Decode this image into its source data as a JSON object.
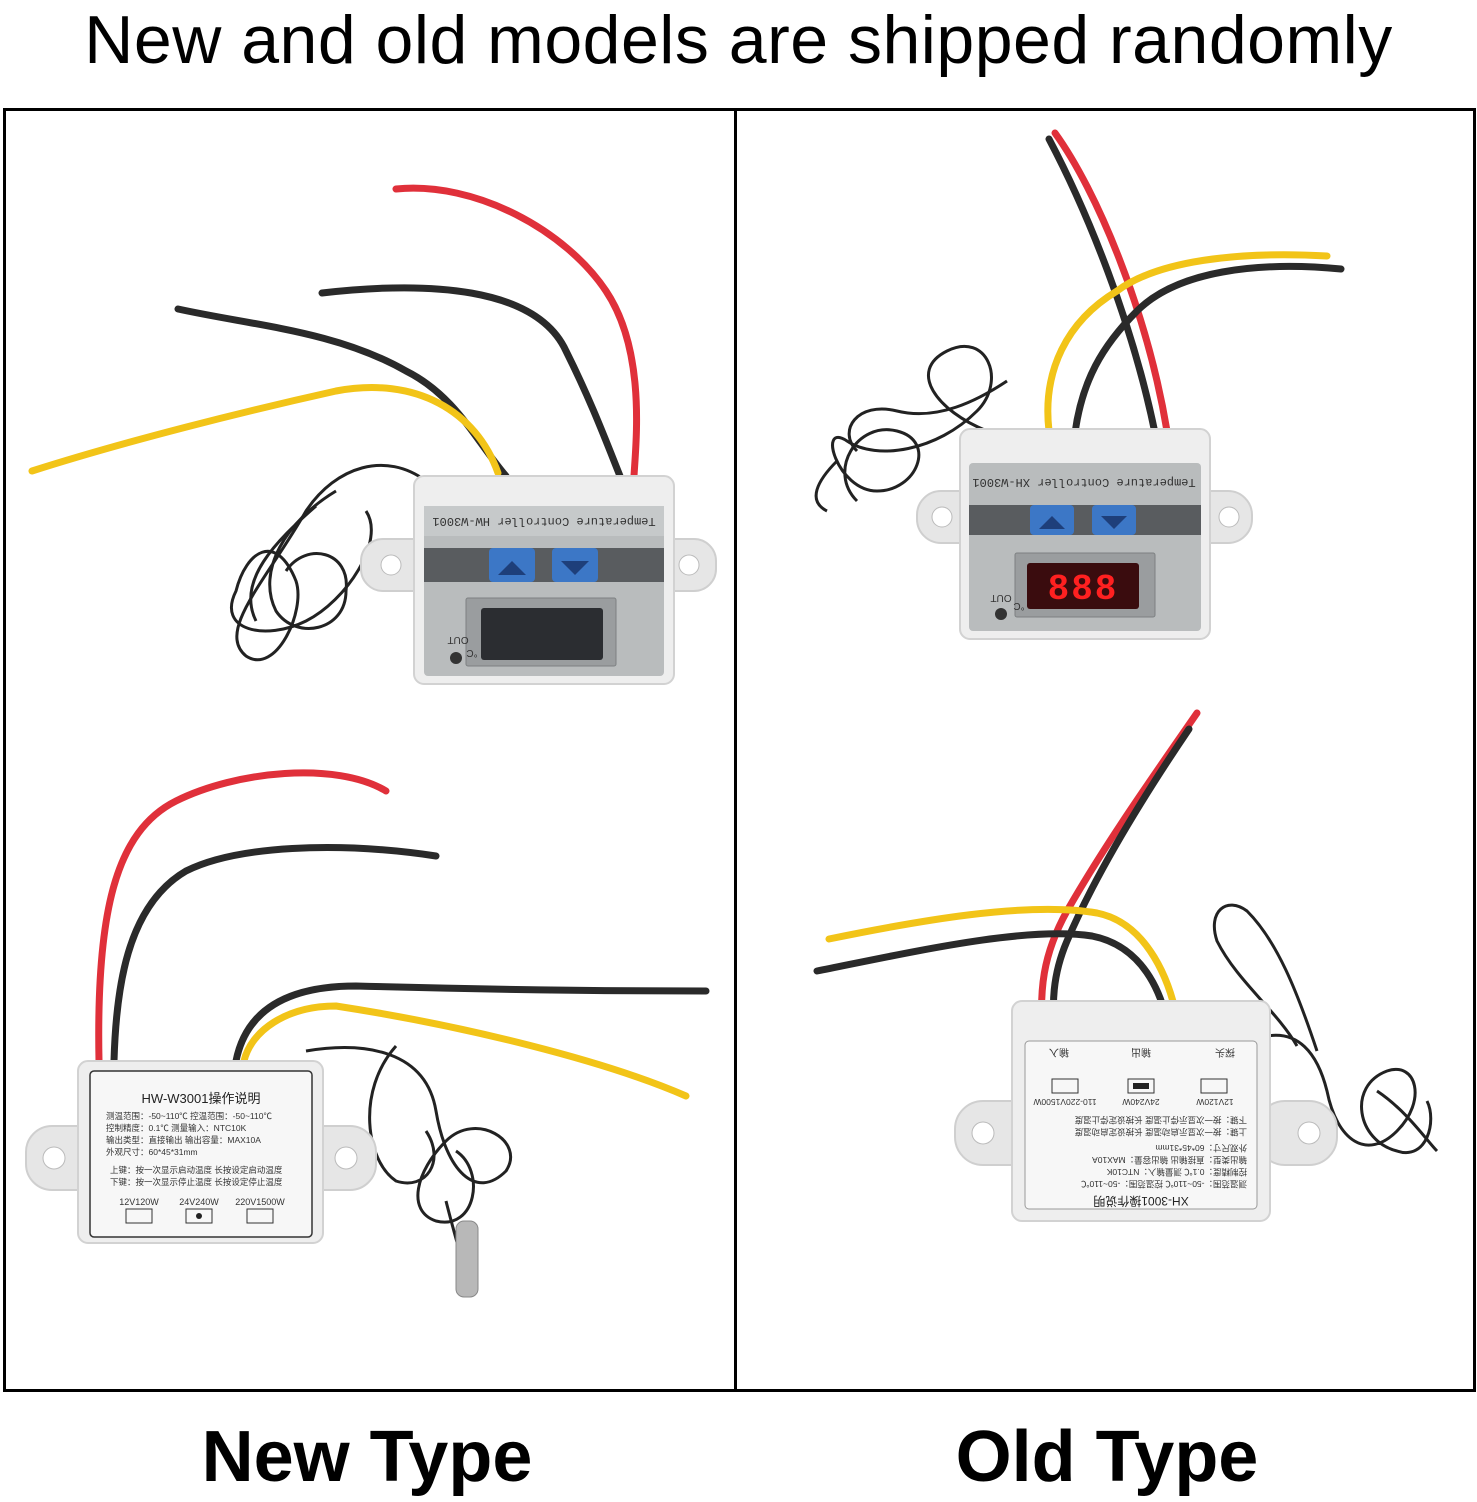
{
  "headline": "New and old models are shipped randomly",
  "captions": {
    "new_type": "New Type",
    "old_type": "Old Type"
  },
  "new_type": {
    "front_label": "Temperature Controller HW-W3001",
    "indicator": "OUT",
    "unit": "°C",
    "back": {
      "title": "HW-W3001操作说明",
      "specs": [
        "测温范围：-50~110℃  控温范围：-50~110℃",
        "控制精度：0.1℃      测量输入：NTC10K",
        "输出类型：直接输出    输出容量：MAX10A",
        "外观尺寸：60*45*31mm"
      ],
      "keys": [
        "上键：按一次显示启动温度  长按设定启动温度",
        "下键：按一次显示停止温度  长按设定停止温度"
      ],
      "power_options": [
        "12V120W",
        "24V240W",
        "220V1500W"
      ]
    }
  },
  "old_type": {
    "front_label": "Temperature Controller  XH-W3001",
    "indicator": "OUT",
    "unit": "°C",
    "display": "888",
    "back": {
      "title": "XH-3001操作说明",
      "specs": [
        "测温范围：-50~110℃  控温范围：-50~110℃",
        "控制精度：0.1℃  测量输入：NTC10K",
        "输出类型：直接输出  输出容量：MAX10A",
        "外观尺寸：60*45*31mm"
      ],
      "keys": [
        "上键：按一次显示启动温度  长按设定启动温度",
        "下键：按一次显示停止温度  长按设定停止温度"
      ],
      "power_options": [
        "12V120W",
        "24V240W",
        "110-220V1500W"
      ],
      "terminals": [
        "探头",
        "输出",
        "输入"
      ]
    }
  },
  "colors": {
    "wire_red": "#e0303a",
    "wire_black": "#2a2a2a",
    "wire_yellow": "#f2c418",
    "housing": "#eeeeee",
    "panel_gray": "#b9bcbd",
    "button_blue": "#3c77c6",
    "led_red": "#ff2020"
  }
}
